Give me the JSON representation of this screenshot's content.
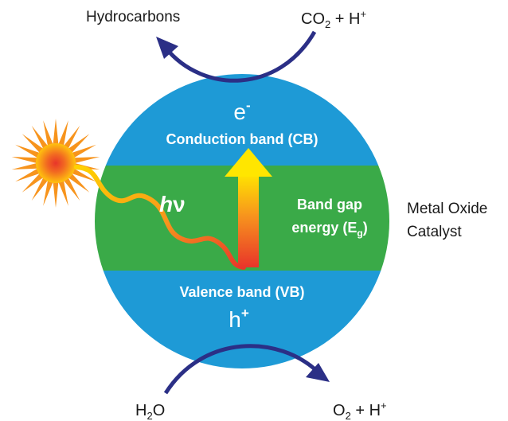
{
  "labels": {
    "top_left": "Hydrocarbons",
    "top_right_main": "CO",
    "top_right_sub": "2",
    "top_right_tail": " + H",
    "top_right_sup": "+",
    "bottom_left_main": "H",
    "bottom_left_sub": "2",
    "bottom_left_tail": "O",
    "bottom_right_main": "O",
    "bottom_right_sub": "2",
    "bottom_right_tail": " + H",
    "bottom_right_sup": "+",
    "electron_main": "e",
    "electron_sup": "-",
    "conduction_band": "Conduction band (CB)",
    "photon_h": "h",
    "photon_nu": "ν",
    "band_gap_line1": "Band gap",
    "band_gap_line2_main": "energy (E",
    "band_gap_line2_sub": "g",
    "band_gap_line2_tail": ")",
    "valence_band": "Valence band (VB)",
    "hole_main": "h",
    "hole_sup": "+",
    "catalyst_line1": "Metal Oxide",
    "catalyst_line2": "Catalyst"
  },
  "colors": {
    "band_blue": "#1e9ad6",
    "band_green": "#3aaa48",
    "arrow_navy": "#2b2f86",
    "sun_red": "#e8352a",
    "sun_orange": "#f7941d",
    "sun_yellow": "#ffd200",
    "photon_yellow": "#ffd200",
    "photon_red": "#e8352a"
  },
  "icons": {
    "sun": "sun-icon",
    "photon_wave": "photon-wave-icon",
    "energy_arrow": "up-arrow-icon"
  }
}
